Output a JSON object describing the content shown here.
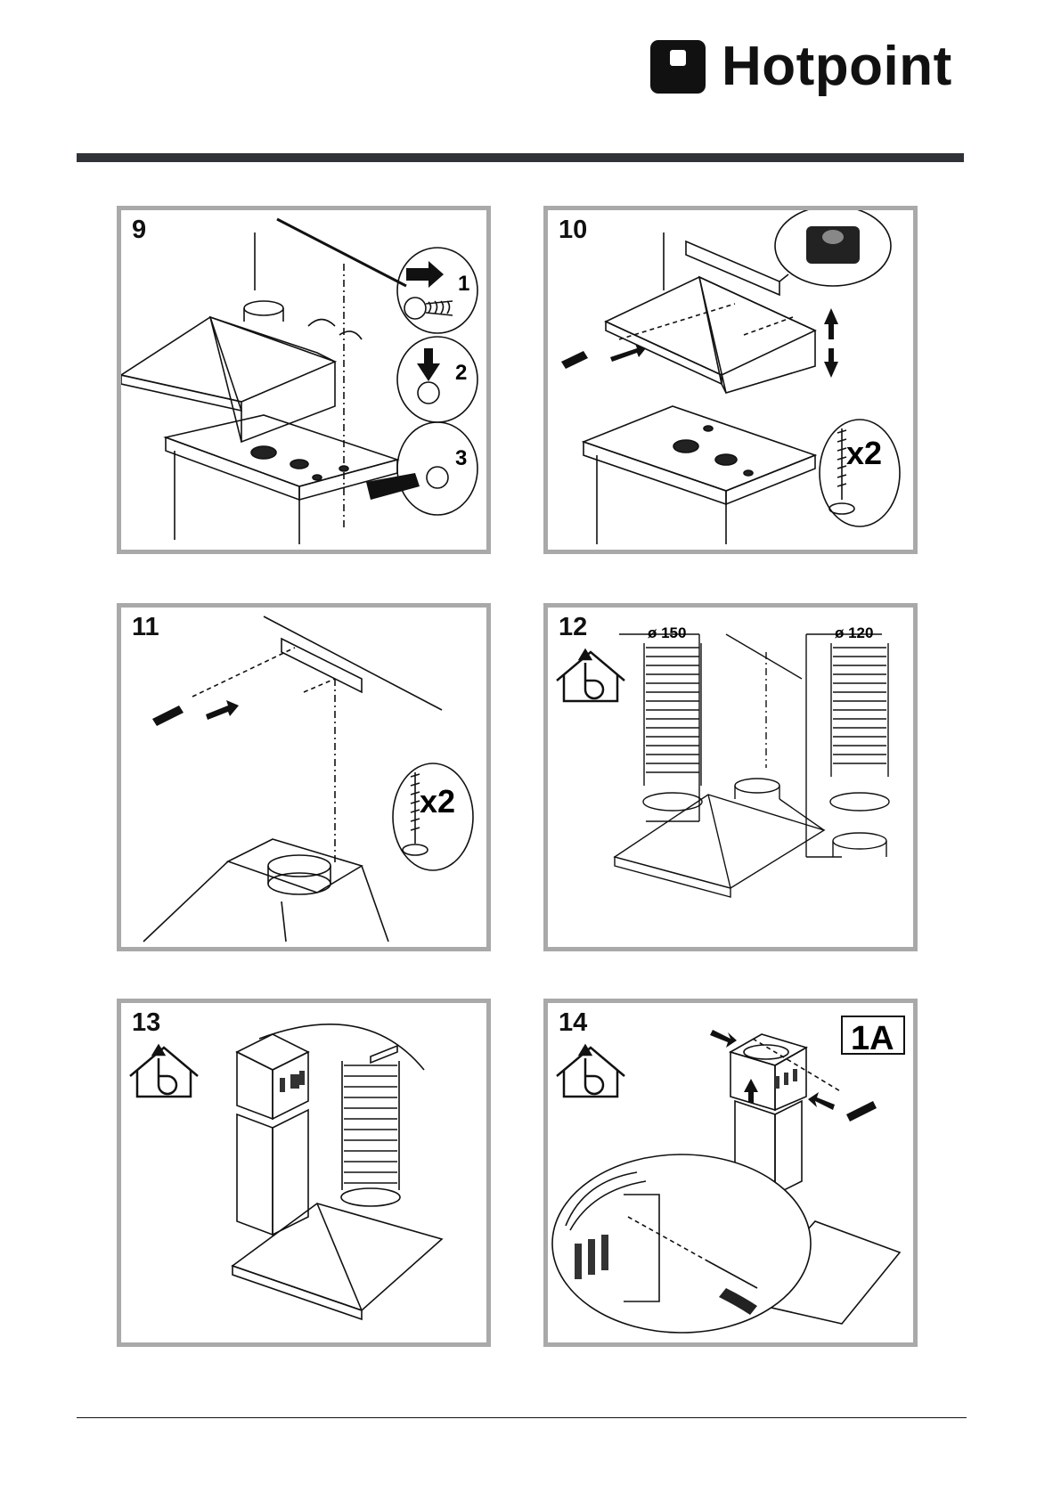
{
  "brand": {
    "name": "Hotpoint"
  },
  "steps": [
    {
      "number": "9",
      "callouts": [
        "1",
        "2",
        "3"
      ]
    },
    {
      "number": "10",
      "quantity": "x2"
    },
    {
      "number": "11",
      "quantity": "x2"
    },
    {
      "number": "12",
      "diameter_left": "ø 150",
      "diameter_right": "ø 120"
    },
    {
      "number": "13"
    },
    {
      "number": "14",
      "code": "1A"
    }
  ]
}
